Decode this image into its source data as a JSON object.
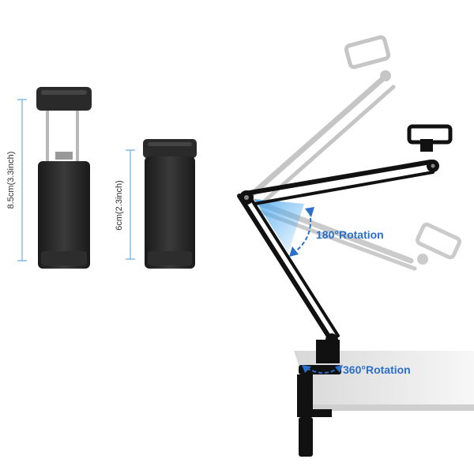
{
  "dimensions": {
    "extended_label": "8.5cm(3.3inch)",
    "closed_label": "6cm(2.3inch)"
  },
  "rotations": {
    "arm_label": "180°Rotation",
    "base_label": "360°Rotation"
  },
  "colors": {
    "accent": "#2a6fc9",
    "dimension_line": "#4a9de0",
    "holder_body": "#222222",
    "arm": "#111111",
    "table": "#eeeeee"
  },
  "icons": {
    "arm_rotation": "curved-double-arrow-icon",
    "base_rotation": "circular-arrow-icon"
  }
}
